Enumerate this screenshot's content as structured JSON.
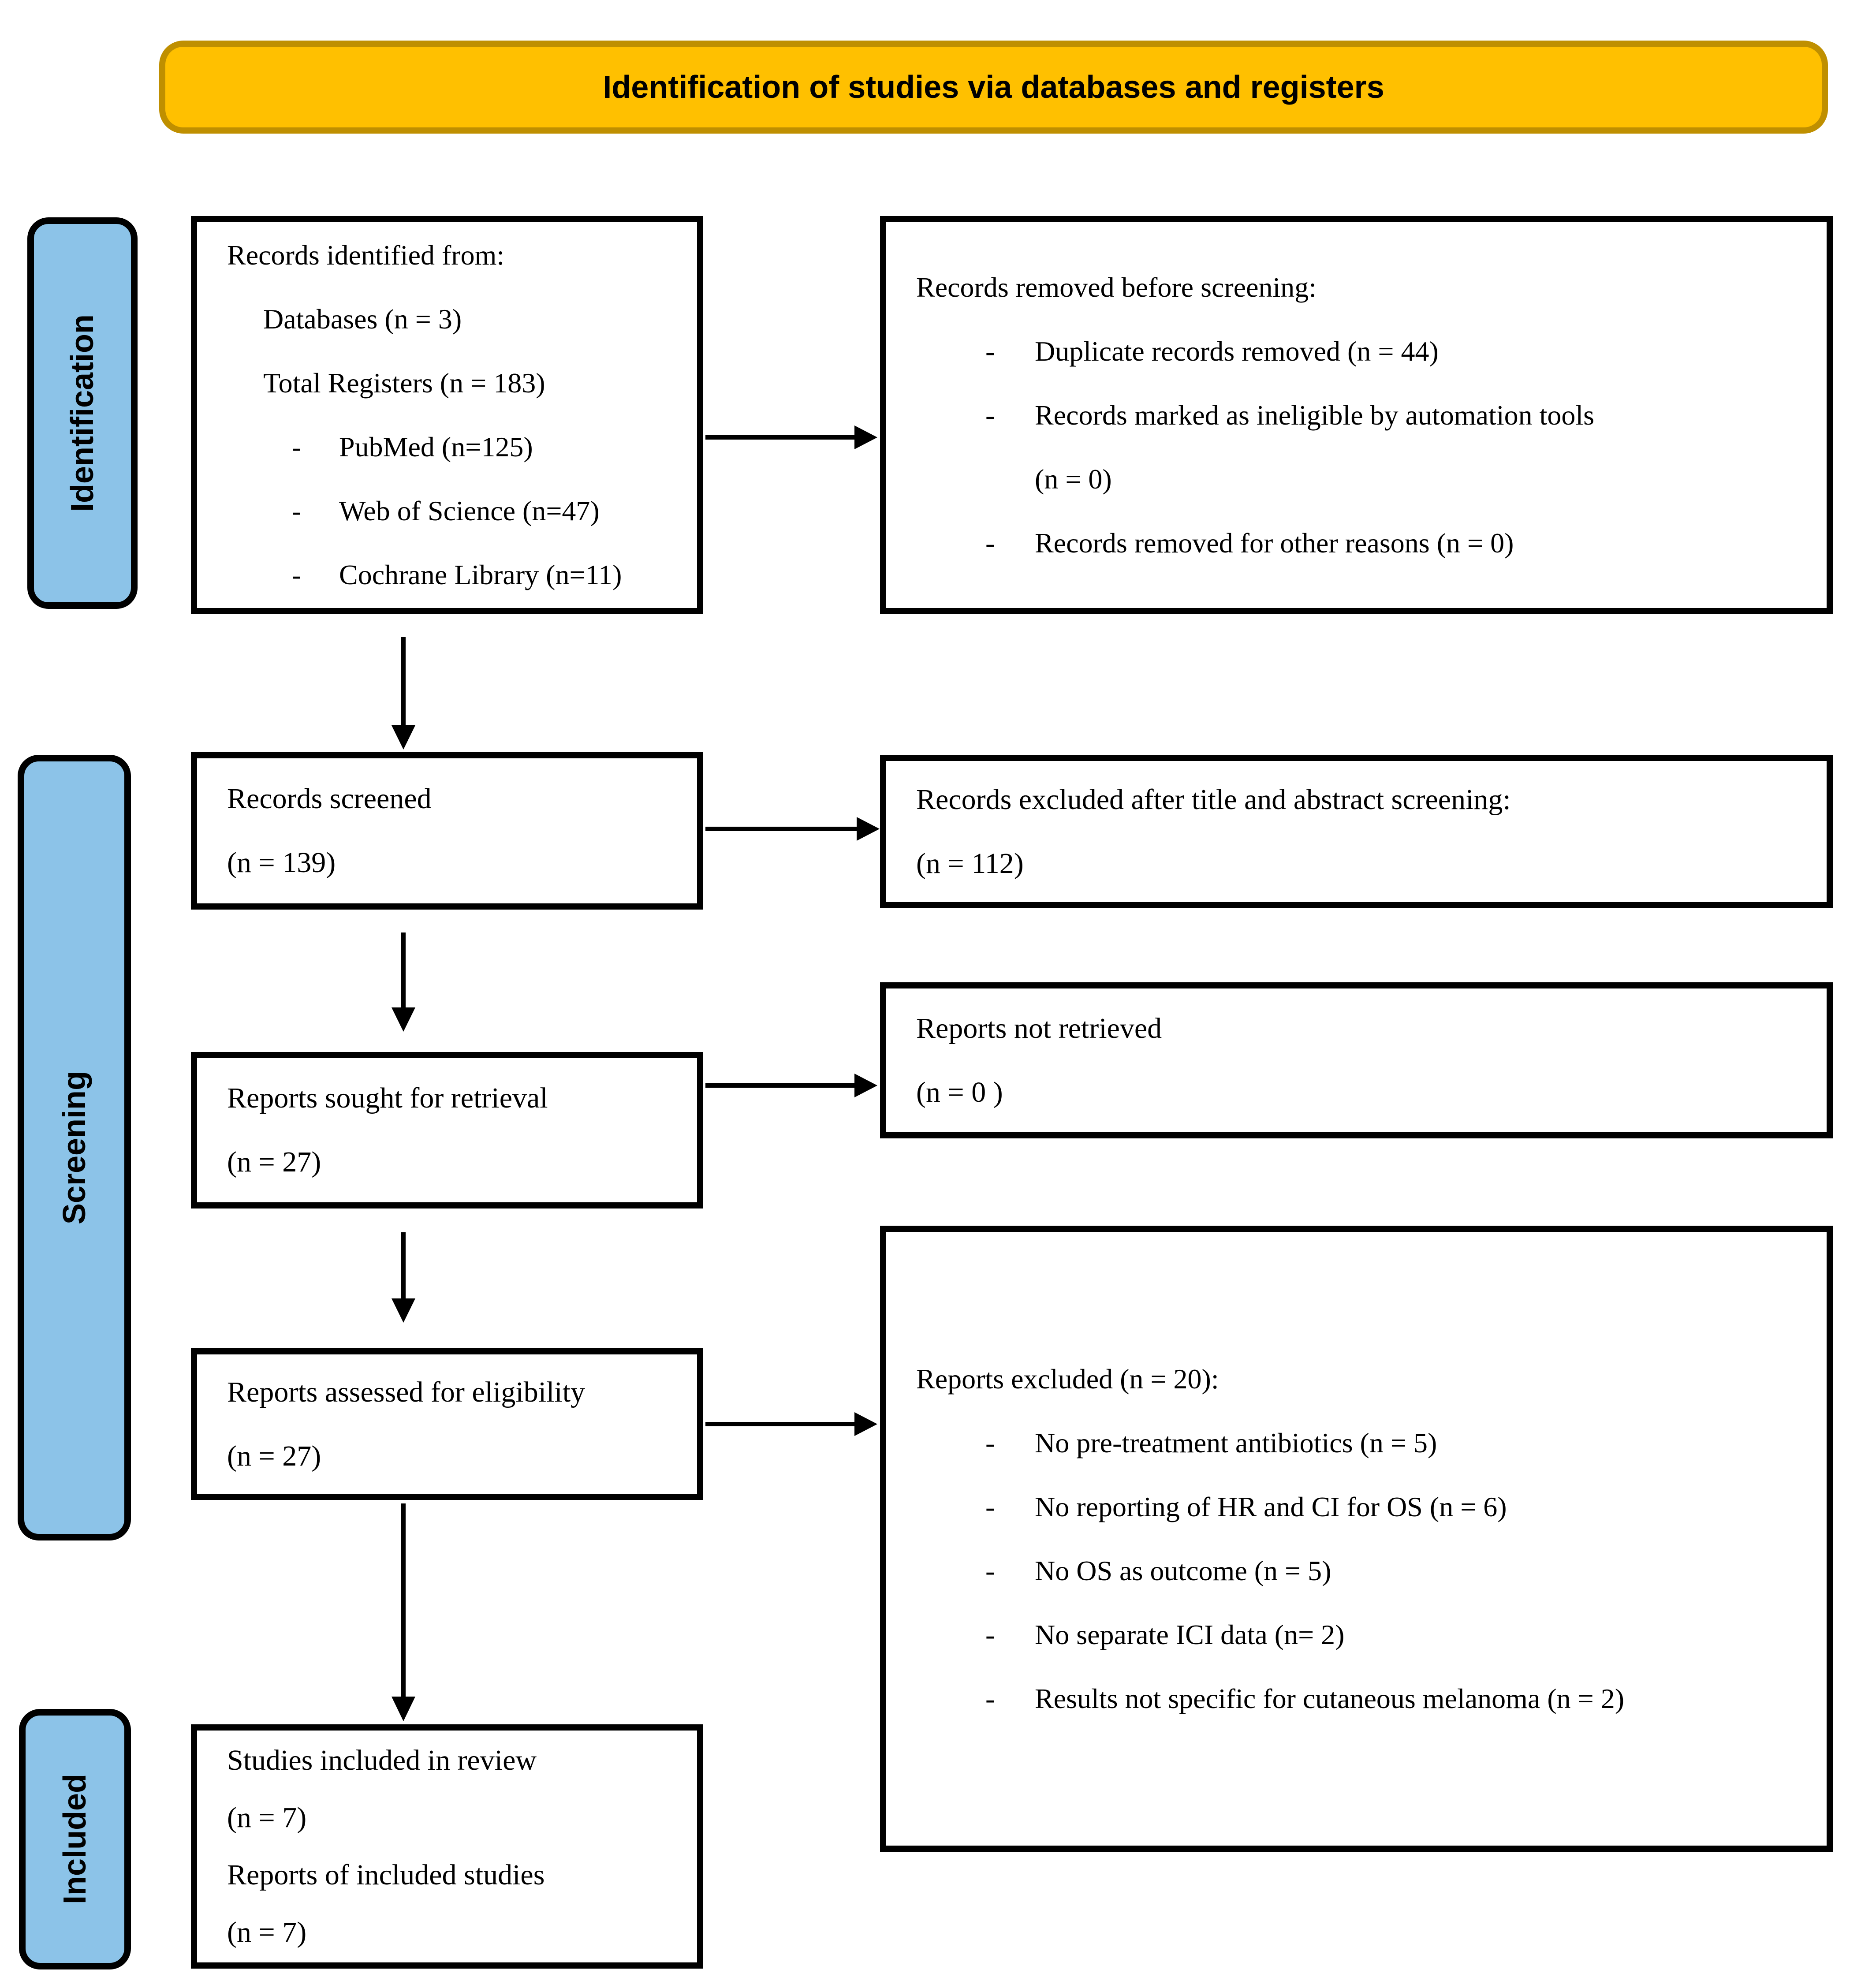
{
  "colors": {
    "banner_fill": "#FFC000",
    "banner_border": "#BF8F00",
    "stage_fill": "#8CC3E8",
    "box_border": "#000000",
    "arrow_color": "#000000"
  },
  "banner": {
    "title": "Identification of studies via databases and registers"
  },
  "sidebar": {
    "identification_label": "Identification",
    "screening_label": "Screening",
    "included_label": "Included"
  },
  "bullet_char": "-",
  "boxes": {
    "records_identified": {
      "title": "Records identified from:",
      "line_databases": "Databases (n = 3)",
      "line_registers": "Total Registers (n = 183)",
      "bullet1": "PubMed (n=125)",
      "bullet2": "Web of Science (n=47)",
      "bullet3": "Cochrane Library (n=11)"
    },
    "records_removed": {
      "title": "Records removed before screening:",
      "bullet1": "Duplicate records removed (n = 44)",
      "bullet2": "Records marked as ineligible by automation tools",
      "bullet2_cont": "(n = 0)",
      "bullet3": "Records removed for other reasons (n = 0)"
    },
    "records_screened": {
      "line1": "Records screened",
      "line2": "(n = 139)"
    },
    "records_excluded": {
      "line1": "Records excluded after title and abstract screening:",
      "line2": "(n = 112)"
    },
    "reports_sought": {
      "line1": "Reports sought for retrieval",
      "line2": "(n = 27)"
    },
    "reports_not_retrieved": {
      "line1": "Reports not retrieved",
      "line2": "(n = 0 )"
    },
    "reports_assessed": {
      "line1": "Reports assessed for eligibility",
      "line2": "(n = 27)"
    },
    "reports_excluded": {
      "title": "Reports excluded (n = 20):",
      "bullet1": "No pre-treatment antibiotics (n = 5)",
      "bullet2": "No reporting of HR and CI for OS (n = 6)",
      "bullet3": "No OS as outcome (n = 5)",
      "bullet4": "No separate ICI data (n= 2)",
      "bullet5": "Results not specific for cutaneous melanoma (n = 2)"
    },
    "studies_included": {
      "line1": "Studies included in review",
      "line2": "(n = 7)",
      "line3": "Reports of included studies",
      "line4": "(n = 7)"
    }
  }
}
